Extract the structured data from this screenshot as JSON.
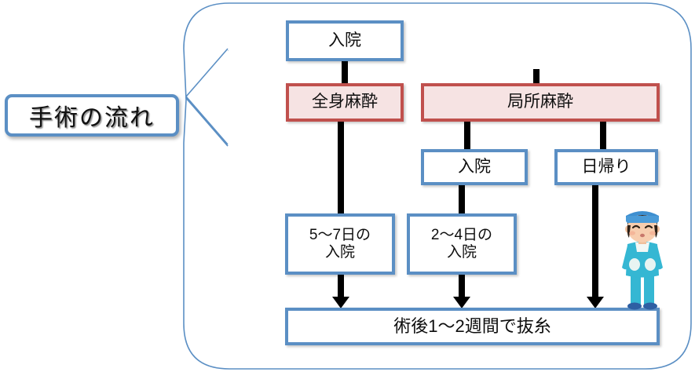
{
  "callout": {
    "label": "手術の流れ",
    "icon": "speech-bubble-pointer"
  },
  "colors": {
    "blue_border": "#5B8FC4",
    "red_border": "#C0504D",
    "red_fill": "#F6E3E3",
    "white_fill": "#FFFFFF",
    "connector": "#000000",
    "container_outline": "#5B8FC4",
    "scrubs": "#35B7D3",
    "skin": "#F7CDAE",
    "hair": "#2C2017"
  },
  "illustration": {
    "name": "surgeon-in-scrubs",
    "description": "male surgeon wearing blue cap, mask and teal scrubs"
  },
  "nodes": {
    "admission_top": "入院",
    "general_anesthesia": "全身麻酔",
    "local_anesthesia": "局所麻酔",
    "admission_local": "入院",
    "day_surgery": "日帰り",
    "stay_5_7": "5〜7日の\n入院",
    "stay_2_4": "2〜4日の\n入院",
    "suture_removal": "術後1〜2週間で抜糸"
  },
  "chart_data": {
    "type": "flowchart",
    "title": "手術の流れ",
    "nodes": [
      {
        "id": "admission_top",
        "label": "入院",
        "style": "blue"
      },
      {
        "id": "general_anesthesia",
        "label": "全身麻酔",
        "style": "red"
      },
      {
        "id": "local_anesthesia",
        "label": "局所麻酔",
        "style": "red"
      },
      {
        "id": "admission_local",
        "label": "入院",
        "style": "blue"
      },
      {
        "id": "day_surgery",
        "label": "日帰り",
        "style": "blue"
      },
      {
        "id": "stay_5_7",
        "label": "5〜7日の入院",
        "style": "blue"
      },
      {
        "id": "stay_2_4",
        "label": "2〜4日の入院",
        "style": "blue"
      },
      {
        "id": "suture_removal",
        "label": "術後1〜2週間で抜糸",
        "style": "blue"
      }
    ],
    "edges": [
      {
        "from": "admission_top",
        "to": "general_anesthesia",
        "arrow": false
      },
      {
        "from": "admission_top",
        "to": "local_anesthesia",
        "arrow": false
      },
      {
        "from": "general_anesthesia",
        "to": "stay_5_7",
        "arrow": false
      },
      {
        "from": "local_anesthesia",
        "to": "admission_local",
        "arrow": false
      },
      {
        "from": "local_anesthesia",
        "to": "day_surgery",
        "arrow": false
      },
      {
        "from": "admission_local",
        "to": "stay_2_4",
        "arrow": false
      },
      {
        "from": "stay_5_7",
        "to": "suture_removal",
        "arrow": true
      },
      {
        "from": "stay_2_4",
        "to": "suture_removal",
        "arrow": true
      },
      {
        "from": "day_surgery",
        "to": "suture_removal",
        "arrow": true
      }
    ]
  }
}
